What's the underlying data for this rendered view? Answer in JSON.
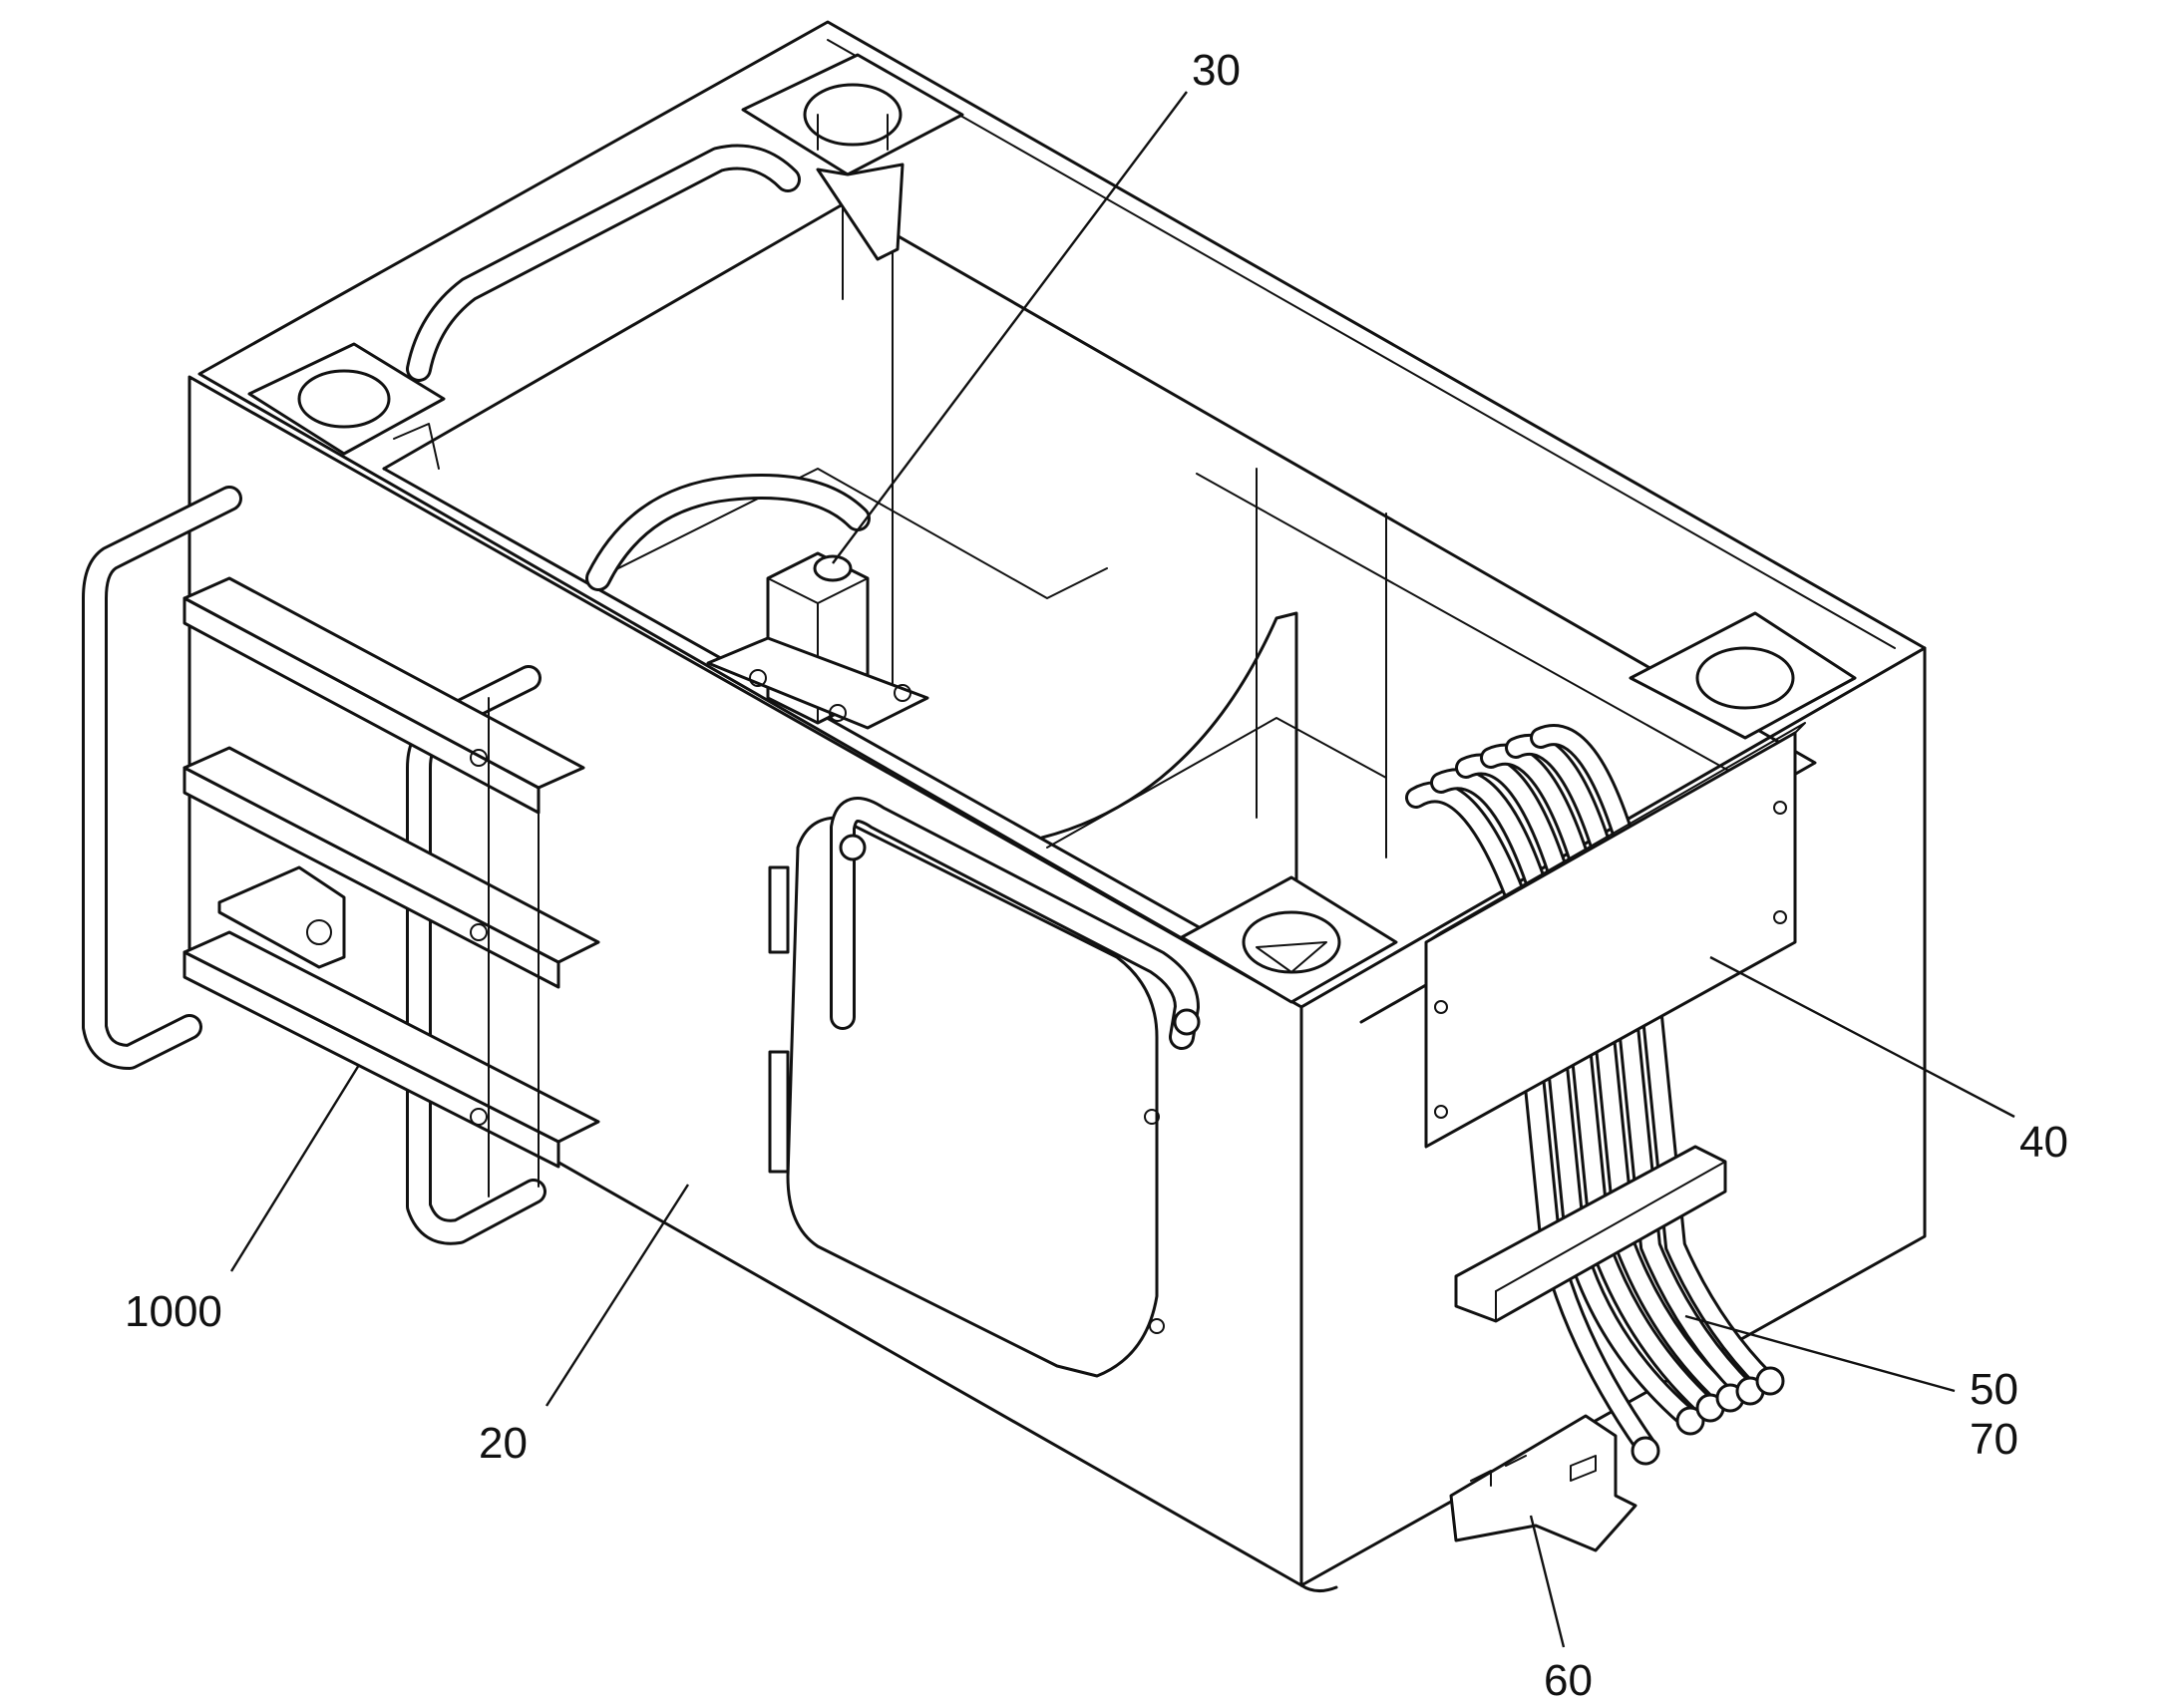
{
  "callouts": {
    "c30": "30",
    "c40": "40",
    "c50": "50",
    "c70": "70",
    "c60": "60",
    "c20": "20",
    "c1000": "1000"
  },
  "colors": {
    "line": "#111111",
    "background": "#ffffff"
  }
}
